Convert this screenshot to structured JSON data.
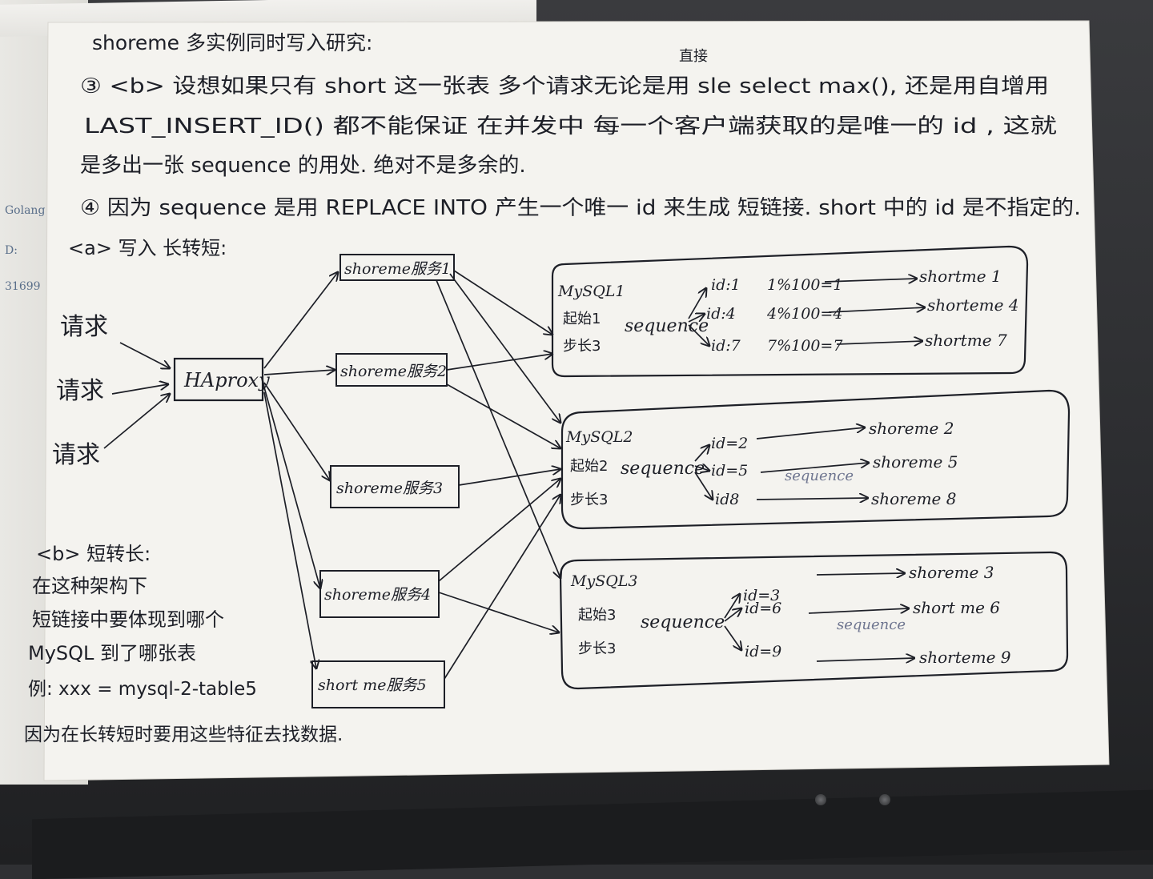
{
  "note": {
    "title": "shoreme 多实例同时写入研究:",
    "above_insert": "直接",
    "para3": {
      "line1": "③ <b> 设想如果只有 short 这一张表 多个请求无论是用 sle select max(), 还是用自增用",
      "line2": "LAST_INSERT_ID() 都不能保证 在并发中 每一个客户端获取的是唯一的 id , 这就",
      "line3": "是多出一张 sequence 的用处. 绝对不是多余的."
    },
    "para4": "④ 因为 sequence 是用 REPLACE INTO 产生一个唯一 id 来生成 短链接. short 中的 id 是不指定的.",
    "section_a_title": "<a> 写入 长转短:",
    "section_b": {
      "title": "<b> 短转长:",
      "line1": "在这种架构下",
      "line2": "短链接中要体现到哪个",
      "line3": "MySQL 到了哪张表",
      "line4": "例: xxx = mysql-2-table5",
      "line5": "因为在长转短时要用这些特征去找数据."
    }
  },
  "diagram": {
    "requests": [
      "请求",
      "请求",
      "请求"
    ],
    "proxy": "HAproxy",
    "services": [
      "shoreme服务1",
      "shoreme服务2",
      "shoreme服务3",
      "shoreme服务4",
      "short me服务5"
    ],
    "mysql": [
      {
        "name": "MySQL1",
        "start": "起始1",
        "step": "步长3",
        "seq": "sequence",
        "ids": [
          "id:1",
          "id:4",
          "id:7"
        ],
        "mods": [
          "1%100=1",
          "4%100=4",
          "7%100=7"
        ],
        "tables": [
          "shortme 1",
          "shorteme 4",
          "shortme 7"
        ]
      },
      {
        "name": "MySQL2",
        "start": "起始2",
        "step": "步长3",
        "seq": "sequence",
        "ids": [
          "id=2",
          "id=5",
          "id8"
        ],
        "faint": "sequence",
        "tables": [
          "shoreme 2",
          "shoreme 5",
          "shoreme 8"
        ]
      },
      {
        "name": "MySQL3",
        "start": "起始3",
        "step": "步长3",
        "seq": "sequence",
        "ids": [
          "id=3",
          "id=6",
          "id=9"
        ],
        "faint": "sequence",
        "tables": [
          "shoreme 3",
          "short me 6",
          "shorteme 9"
        ]
      }
    ]
  },
  "under_sheet": {
    "t1": "Golang",
    "t2": "D:",
    "t3": "31699"
  },
  "colors": {
    "paper": "#f4f3ef",
    "ink": "#1d1f27",
    "desk": "#2f3033"
  }
}
